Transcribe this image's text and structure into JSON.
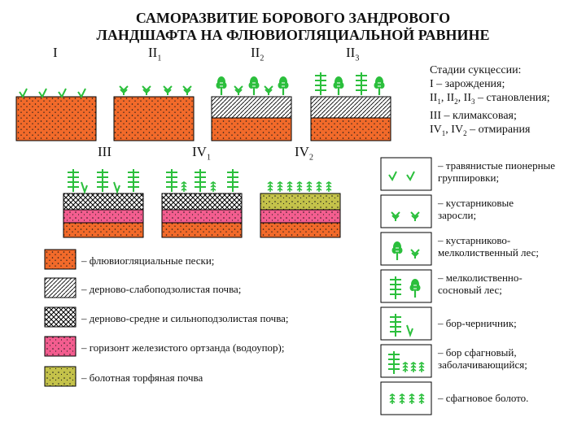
{
  "title": {
    "line1": "САМОРАЗВИТИЕ  БОРОВОГО ЗАНДРОВОГО",
    "line2": "ЛАНДШАФТА НА ФЛЮВИОГЛЯЦИАЛЬНОЙ РАВНИНЕ"
  },
  "stages": {
    "I": "I",
    "II1": "II",
    "II1_sub": "1",
    "II2": "II",
    "II2_sub": "2",
    "II3": "II",
    "II3_sub": "3",
    "III": "III",
    "IV1": "IV",
    "IV1_sub": "1",
    "IV2": "IV",
    "IV2_sub": "2"
  },
  "stage_info": {
    "heading": "Стадии сукцессии:",
    "l1": "I – зарождения;",
    "l2_a": "II",
    "l2_s1": "1",
    "l2_b": ", II",
    "l2_s2": "2",
    "l2_c": ", II",
    "l2_s3": "3",
    "l2_d": " – становления;",
    "l3": "III – климаксовая;",
    "l4_a": "IV",
    "l4_s1": "1",
    "l4_b": ", IV",
    "l4_s2": "2",
    "l4_c": " – отмирания"
  },
  "soil_legend": {
    "sand": "– флювиогляциальные пески;",
    "weak": "– дерново-слабоподзолистая почва;",
    "medium": "– дерново-средне и сильноподзолистая почва;",
    "ortsand": "– горизонт железистого ортзанда (водоупор);",
    "peat": "– болотная торфяная почва"
  },
  "vegetation_legend": {
    "grass_1": "– травянистые пионерные",
    "grass_2": "группировки;",
    "shrub_1": "– кустарниковые",
    "shrub_2": "заросли;",
    "shrubforest_1": "– кустарниково-",
    "shrubforest_2": "мелколиственный лес;",
    "pine_1": "– мелколиственно-",
    "pine_2": "сосновый лес;",
    "bilberry": "– бор-черничник;",
    "sphagnum_1": "– бор сфагновый,",
    "sphagnum_2": "заболачивающийся;",
    "bog": "– сфагновое болото."
  },
  "colors": {
    "sand": "#f26a2a",
    "ortsand": "#f35d8f",
    "peat": "#c4c24a",
    "plant": "#2bbf3c"
  },
  "icons": {
    "grass": "check-sprout-icon",
    "shrub": "shrub-icon",
    "birch": "birch-tree-icon",
    "pine": "pine-tree-icon",
    "bilberry": "bilberry-hook-icon",
    "moss": "sphagnum-moss-icon"
  }
}
